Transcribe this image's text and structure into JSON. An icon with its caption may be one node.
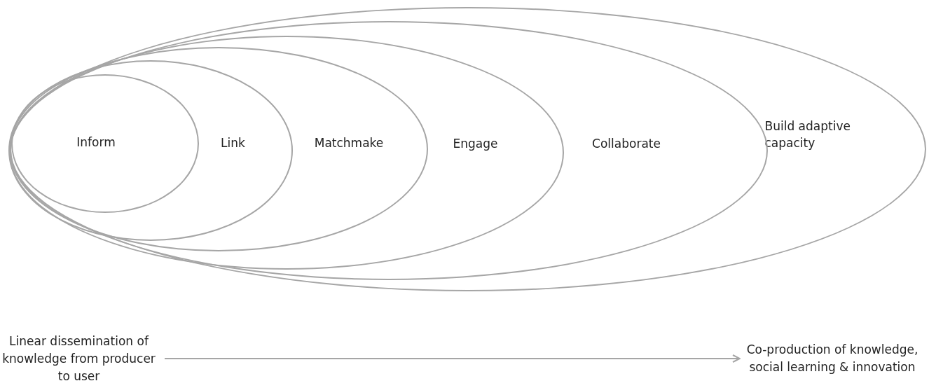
{
  "diagram": {
    "nodes": [
      {
        "text": [
          "Build adaptive capacity"
        ]
      },
      {
        "text": [
          "Collaborate"
        ],
        "in": 0
      },
      {
        "text": [
          "Engage"
        ],
        "in": 1
      },
      {
        "text": [
          "Matchmake"
        ],
        "in": 2
      },
      {
        "text": [
          "Link"
        ],
        "in": 3
      },
      {
        "text": [
          "Inform"
        ],
        "in": 4
      },
      {
        "text": [
          "Linear dissemination of knowledge from producer to user"
        ]
      },
      {
        "text": [
          "Co-production of knowledge, social learning & innovation"
        ]
      }
    ],
    "edges": [
      {
        "from": 6,
        "to": 7,
        "arrow": "to"
      }
    ]
  }
}
